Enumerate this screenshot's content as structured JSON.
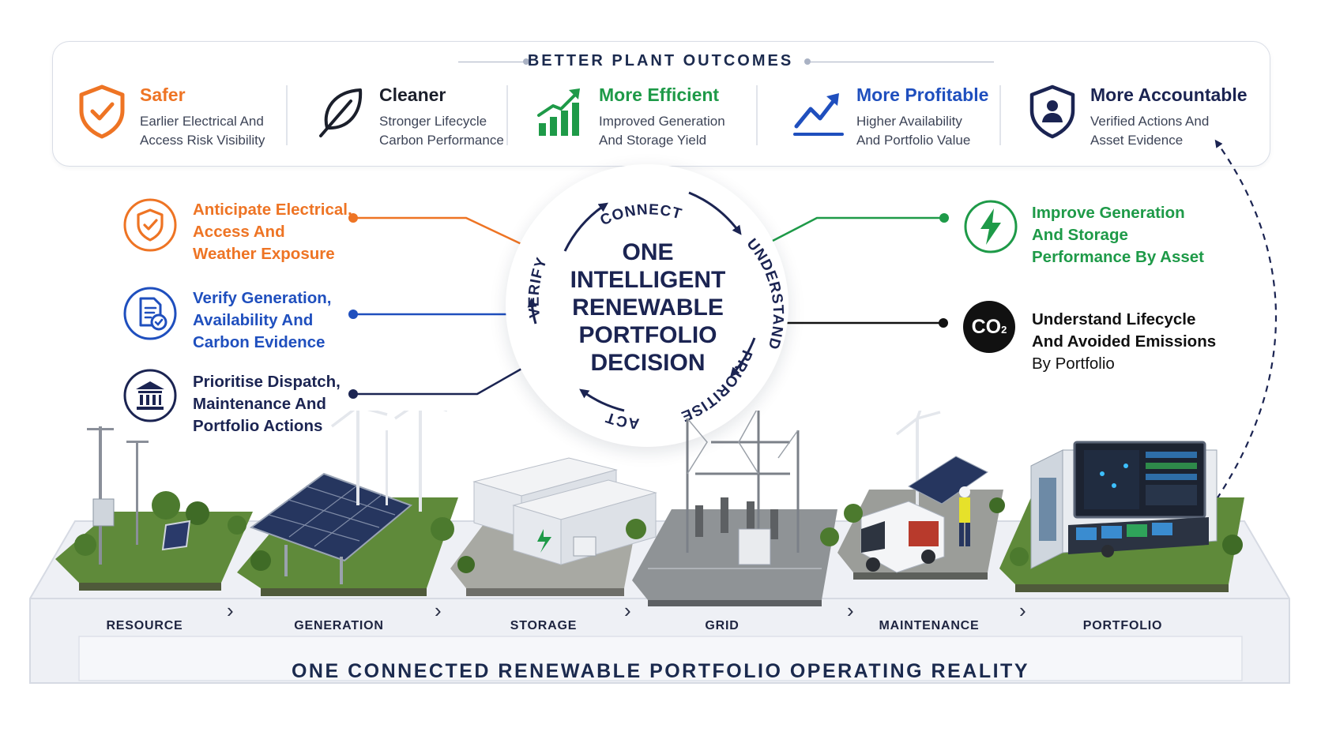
{
  "header": {
    "title": "BETTER PLANT OUTCOMES"
  },
  "outcomes": [
    {
      "title": "Safer",
      "line1": "Earlier Electrical And",
      "line2": "Access Risk Visibility",
      "color": "#ee7424",
      "icon": "shield-check-icon"
    },
    {
      "title": "Cleaner",
      "line1": "Stronger Lifecycle",
      "line2": "Carbon Performance",
      "color": "#1b1f2b",
      "icon": "leaf-icon"
    },
    {
      "title": "More Efficient",
      "line1": "Improved Generation",
      "line2": "And Storage Yield",
      "color": "#1e9a48",
      "icon": "bar-chart-growth-icon"
    },
    {
      "title": "More Profitable",
      "line1": "Higher Availability",
      "line2": "And Portfolio Value",
      "color": "#1f4fbe",
      "icon": "trend-up-icon"
    },
    {
      "title": "More Accountable",
      "line1": "Verified Actions And",
      "line2": "Asset Evidence",
      "color": "#1b2452",
      "icon": "shield-person-icon"
    }
  ],
  "left_callouts": [
    {
      "line1": "Anticipate Electrical,",
      "line2": "Access And",
      "line3": "Weather Exposure",
      "color": "#ee7424",
      "icon": "shield-check-icon"
    },
    {
      "line1": "Verify Generation,",
      "line2": "Availability And",
      "line3": "Carbon Evidence",
      "color": "#1f4fbe",
      "icon": "document-check-icon"
    },
    {
      "line1": "Prioritise Dispatch,",
      "line2": "Maintenance And",
      "line3": "Portfolio Actions",
      "color": "#1b2452",
      "icon": "institution-icon"
    }
  ],
  "right_callouts": [
    {
      "line1": "Improve Generation",
      "line2": "And Storage",
      "line3": "Performance By Asset",
      "color": "#1e9a48",
      "icon": "lightning-icon"
    },
    {
      "line1": "Understand Lifecycle",
      "line2": "And Avoided Emissions",
      "line3": "By Portfolio",
      "color": "#111111",
      "icon": "co2-icon",
      "badge": "CO",
      "badge_sub": "2"
    }
  ],
  "cycle": {
    "center_lines": [
      "ONE",
      "INTELLIGENT",
      "RENEWABLE",
      "PORTFOLIO",
      "DECISION"
    ],
    "steps": [
      "CONNECT",
      "UNDERSTAND",
      "PRIORITISE",
      "ACT",
      "VERIFY"
    ],
    "color": "#1b2452"
  },
  "stages": [
    "RESOURCE",
    "GENERATION",
    "STORAGE",
    "GRID",
    "MAINTENANCE",
    "PORTFOLIO"
  ],
  "platform": {
    "label": "ONE CONNECTED RENEWABLE PORTFOLIO OPERATING REALITY"
  }
}
